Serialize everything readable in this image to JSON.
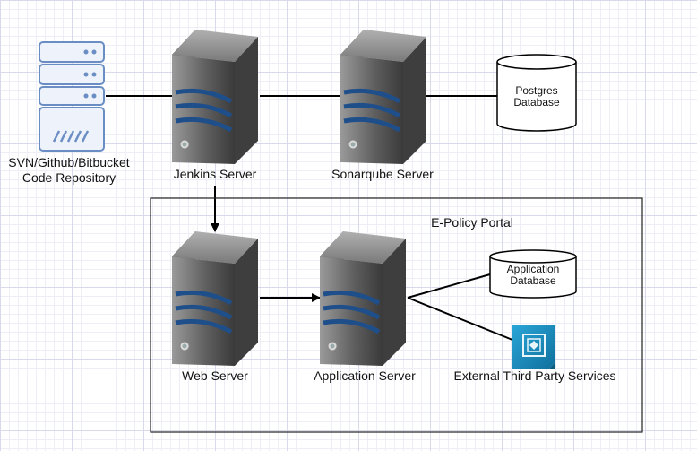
{
  "labels": {
    "repo_line1": "SVN/Github/Bitbucket",
    "repo_line2": "Code Repository",
    "jenkins": "Jenkins Server",
    "sonarqube": "Sonarqube Server",
    "postgres_line1": "Postgres",
    "postgres_line2": "Database",
    "portal": "E-Policy Portal",
    "web": "Web Server",
    "app_server": "Application Server",
    "app_db_line1": "Application",
    "app_db_line2": "Database",
    "external": "External Third Party Services"
  },
  "icons": {
    "repo": "server-rack-icon",
    "server": "tower-server-icon",
    "database": "database-cylinder-icon",
    "external": "external-service-icon"
  },
  "colors": {
    "server_body": "#5a5a5a",
    "server_stripe": "#1f4f8a",
    "repo_blue": "#6a8ec4",
    "service_icon": "#1a8fc0"
  }
}
